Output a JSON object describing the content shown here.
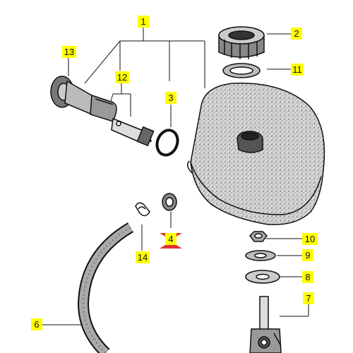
{
  "diagram": {
    "highlight_color": "#ffff00",
    "selected_marker_color": "#e53030",
    "line_color": "#111111",
    "selected_callout": "4",
    "callouts": [
      {
        "id": "c1",
        "label": "1",
        "part": "fuel-tank-assembly"
      },
      {
        "id": "c2",
        "label": "2",
        "part": "filler-cap"
      },
      {
        "id": "c3",
        "label": "3",
        "part": "o-ring"
      },
      {
        "id": "c4",
        "label": "4",
        "part": "grommet"
      },
      {
        "id": "c6",
        "label": "6",
        "part": "fuel-hose"
      },
      {
        "id": "c7",
        "label": "7",
        "part": "fuel-petcock"
      },
      {
        "id": "c8",
        "label": "8",
        "part": "washer"
      },
      {
        "id": "c9",
        "label": "9",
        "part": "washer-small"
      },
      {
        "id": "c10",
        "label": "10",
        "part": "nut"
      },
      {
        "id": "c11",
        "label": "11",
        "part": "cap-gasket"
      },
      {
        "id": "c12",
        "label": "12",
        "part": "pump-plunger"
      },
      {
        "id": "c13",
        "label": "13",
        "part": "pump-knob"
      },
      {
        "id": "c14",
        "label": "14",
        "part": "hose-clip"
      }
    ]
  }
}
